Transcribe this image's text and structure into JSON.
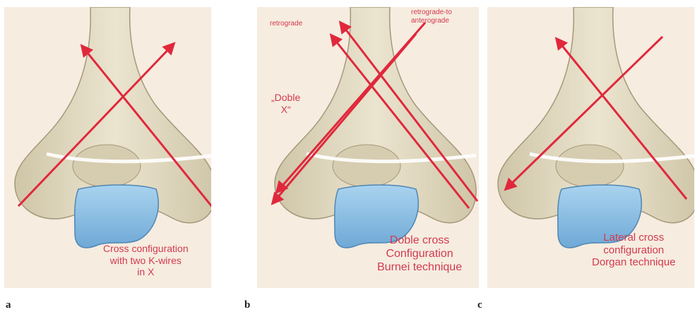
{
  "figure": {
    "panels": [
      {
        "letter": "a",
        "caption": [
          "Cross configuration",
          "with two K-wires",
          "in X"
        ]
      },
      {
        "letter": "b",
        "caption": [
          "Doble cross",
          "Configuration",
          "Burnei technique"
        ],
        "labels": {
          "retrograde": "retrograde",
          "retrograde_to_anterograde": [
            "retrograde-to",
            "anterograde"
          ],
          "doble_x": [
            "„Doble",
            "X“"
          ]
        }
      },
      {
        "letter": "c",
        "caption": [
          "Lateral cross",
          "configuration",
          "Dorgan technique"
        ]
      }
    ]
  },
  "colors": {
    "background": "#f6ece0",
    "bone": "#e4dcc4",
    "bone_outline": "#a6977a",
    "cartilage": "#8fc0e4",
    "wire": "#e0283c",
    "text": "#d23a4e"
  }
}
